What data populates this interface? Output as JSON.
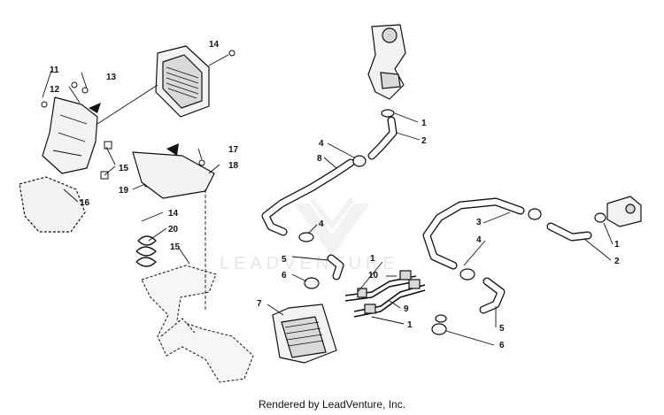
{
  "diagram": {
    "callouts": [
      "1",
      "2",
      "3",
      "4",
      "5",
      "6",
      "7",
      "8",
      "9",
      "10",
      "11",
      "12",
      "13",
      "14",
      "15",
      "16",
      "17",
      "18",
      "19",
      "20"
    ],
    "watermark_text": "LEADVENTURE",
    "footer_text": "Rendered by LeadVenture, Inc."
  }
}
